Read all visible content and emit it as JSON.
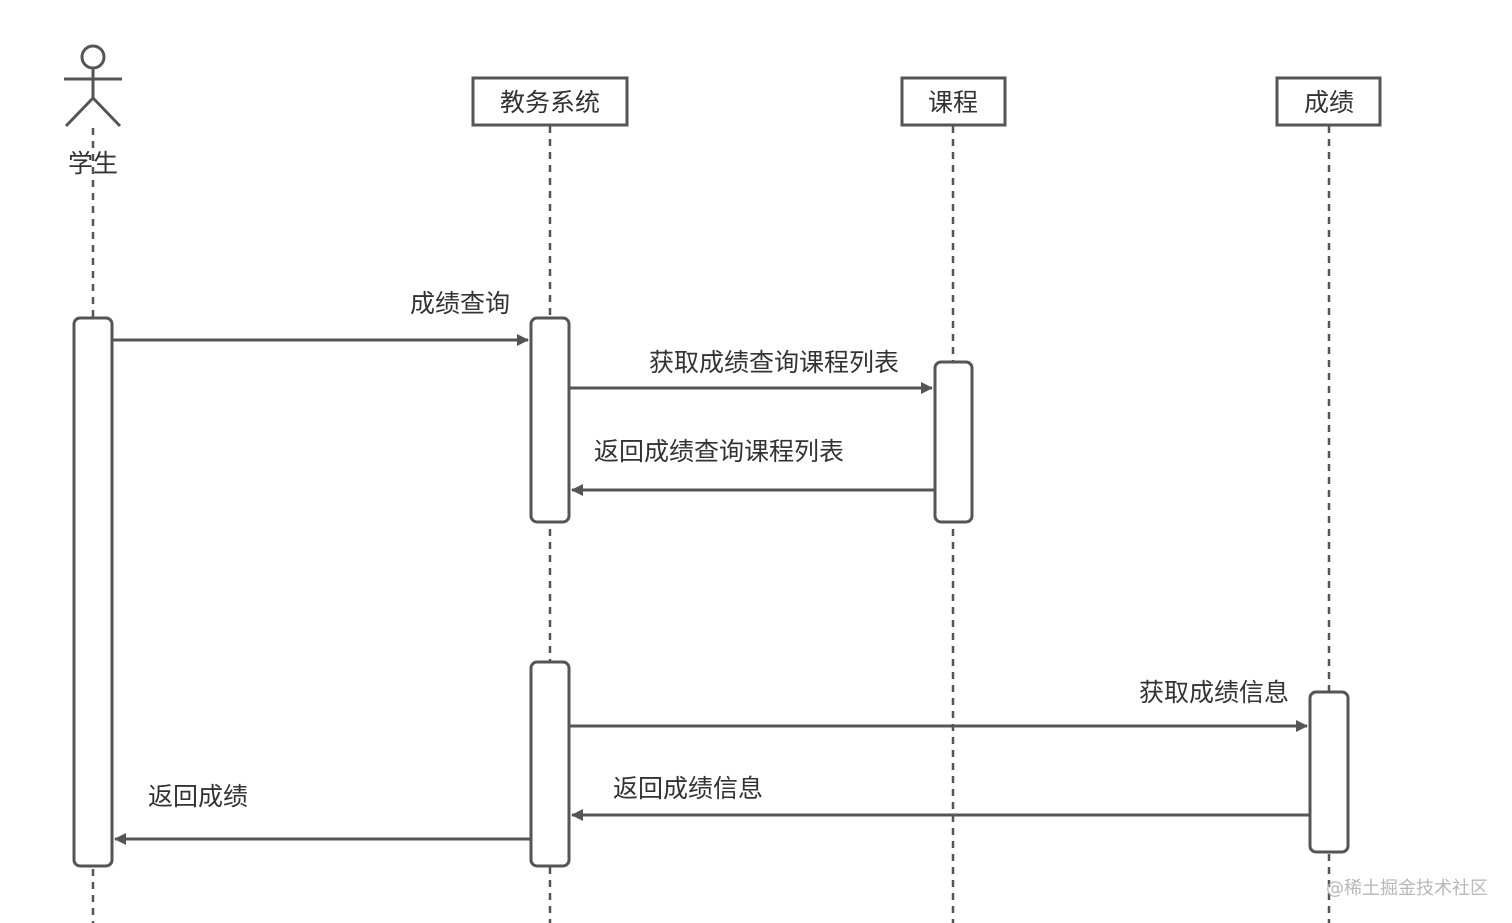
{
  "diagram": {
    "type": "sequence",
    "actor": {
      "label": "学生"
    },
    "participants": [
      {
        "id": "jwxt",
        "label": "教务系统"
      },
      {
        "id": "kc",
        "label": "课程"
      },
      {
        "id": "cj",
        "label": "成绩"
      }
    ],
    "messages": [
      {
        "from": "学生",
        "to": "教务系统",
        "label": "成绩查询",
        "kind": "call"
      },
      {
        "from": "教务系统",
        "to": "课程",
        "label": "获取成绩查询课程列表",
        "kind": "call"
      },
      {
        "from": "课程",
        "to": "教务系统",
        "label": "返回成绩查询课程列表",
        "kind": "return"
      },
      {
        "from": "教务系统",
        "to": "成绩",
        "label": "获取成绩信息",
        "kind": "call"
      },
      {
        "from": "成绩",
        "to": "教务系统",
        "label": "返回成绩信息",
        "kind": "return"
      },
      {
        "from": "教务系统",
        "to": "学生",
        "label": "返回成绩",
        "kind": "return"
      }
    ]
  },
  "watermark": "@稀土掘金技术社区",
  "colors": {
    "stroke": "#555555",
    "text": "#333333",
    "watermark": "#b8b8b8"
  }
}
